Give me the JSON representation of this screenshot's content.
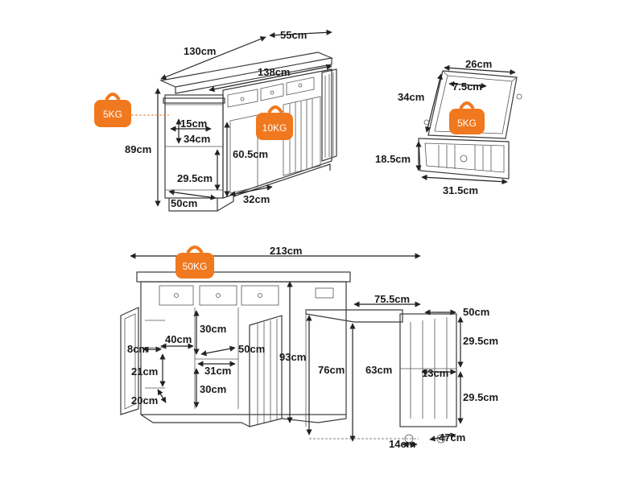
{
  "colors": {
    "weight_tag": "#f0781e",
    "line": "#3a3a3a",
    "text": "#1a1a1a"
  },
  "top_left_view": {
    "overall_length": "130cm",
    "depth": "55cm",
    "extended_length": "138cm",
    "height": "89cm",
    "shelf_gap": "15cm",
    "shelf_depth": "34cm",
    "shelf_height": "29.5cm",
    "opening_height": "60.5cm",
    "opening_width": "32cm",
    "base_width": "50cm",
    "shelf_load": "5KG",
    "cabinet_load": "10KG"
  },
  "drawer_view": {
    "top_width": "26cm",
    "inner_depth": "7.5cm",
    "side_depth": "34cm",
    "height": "18.5cm",
    "front_width": "31.5cm",
    "load": "5KG"
  },
  "bottom_view": {
    "total_length": "213cm",
    "top_load": "50KG",
    "drop_leaf_length": "75.5cm",
    "cart_width": "50cm",
    "door_shelf_width": "8cm",
    "shelf_width": "40cm",
    "upper_compartment_height": "30cm",
    "inner_width": "50cm",
    "overall_height": "93cm",
    "door_shelf_height": "21cm",
    "lower_compartment_width": "31cm",
    "lower_compartment_height": "30cm",
    "door_bottom_height": "20cm",
    "cabinet_height": "76cm",
    "leaf_height": "63cm",
    "cart_shelf_height_upper": "29.5cm",
    "cart_depth": "13cm",
    "cart_shelf_height_lower": "29.5cm",
    "wheel_offset": "14cm",
    "cart_length": "47cm"
  }
}
